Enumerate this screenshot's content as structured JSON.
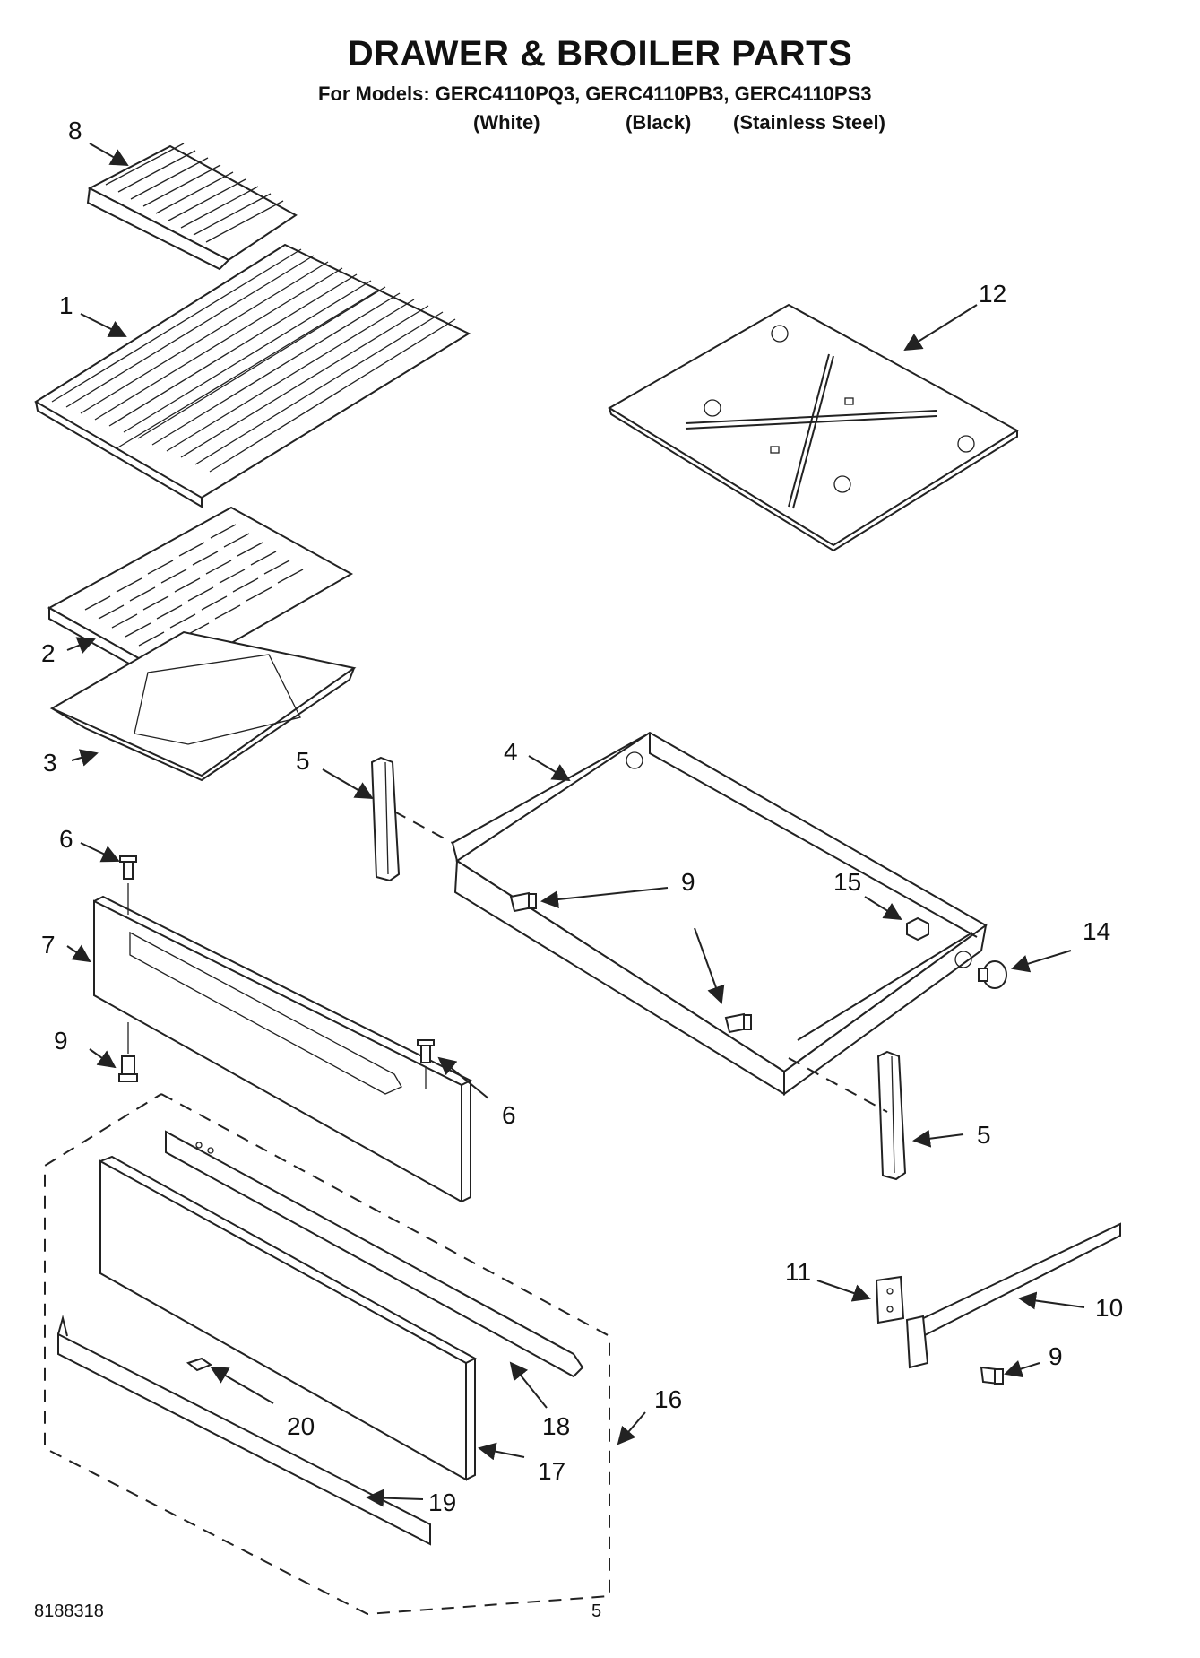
{
  "header": {
    "title": "DRAWER & BROILER PARTS",
    "models_line": "For Models: GERC4110PQ3, GERC4110PB3, GERC4110PS3",
    "finish_white": "(White)",
    "finish_black": "(Black)",
    "finish_stainless": "(Stainless Steel)"
  },
  "footer": {
    "doc_number": "8188318",
    "page_number": "5"
  },
  "callouts": {
    "c1": "1",
    "c2": "2",
    "c3": "3",
    "c4": "4",
    "c5a": "5",
    "c5b": "5",
    "c6a": "6",
    "c6b": "6",
    "c7": "7",
    "c8": "8",
    "c9a": "9",
    "c9b": "9",
    "c9c": "9",
    "c9d": "9",
    "c10": "10",
    "c11": "11",
    "c12": "12",
    "c14": "14",
    "c15": "15",
    "c16": "16",
    "c17": "17",
    "c18": "18",
    "c19": "19",
    "c20": "20"
  }
}
